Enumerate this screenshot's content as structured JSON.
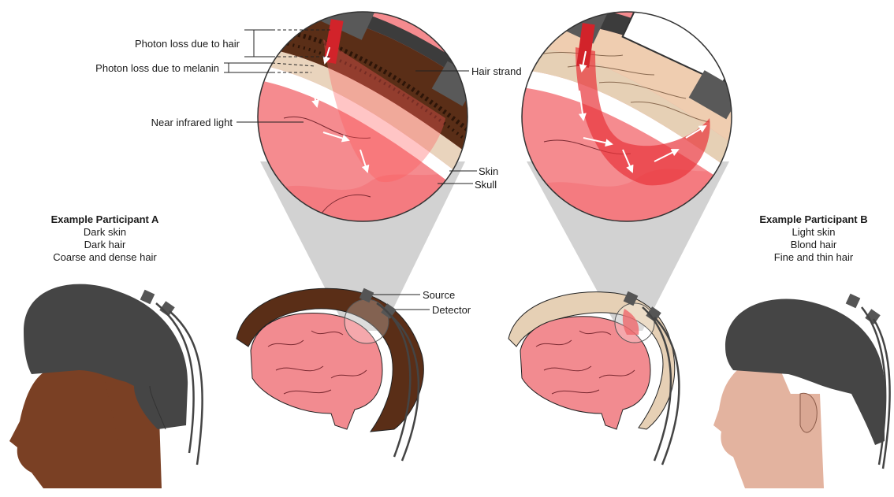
{
  "labels": {
    "photon_loss_hair": "Photon loss due to hair",
    "photon_loss_melanin": "Photon loss due to melanin",
    "near_infrared": "Near infrared light",
    "hair_strand": "Hair strand",
    "skin": "Skin",
    "skull": "Skull",
    "source": "Source",
    "detector": "Detector"
  },
  "participant_a": {
    "title": "Example Participant A",
    "line1": "Dark skin",
    "line2": "Dark hair",
    "line3": "Coarse and dense hair"
  },
  "participant_b": {
    "title": "Example Participant B",
    "line1": "Light skin",
    "line2": "Blond hair",
    "line3": "Fine and thin hair"
  },
  "colors": {
    "dark_skin": "#7a4024",
    "light_skin": "#e3b39f",
    "cap": "#4a4a4a",
    "brain": "#f28b90",
    "dark_hair": "#4a2614",
    "blond_hair": "#e6c7a8",
    "light_path": "#e8343a"
  }
}
